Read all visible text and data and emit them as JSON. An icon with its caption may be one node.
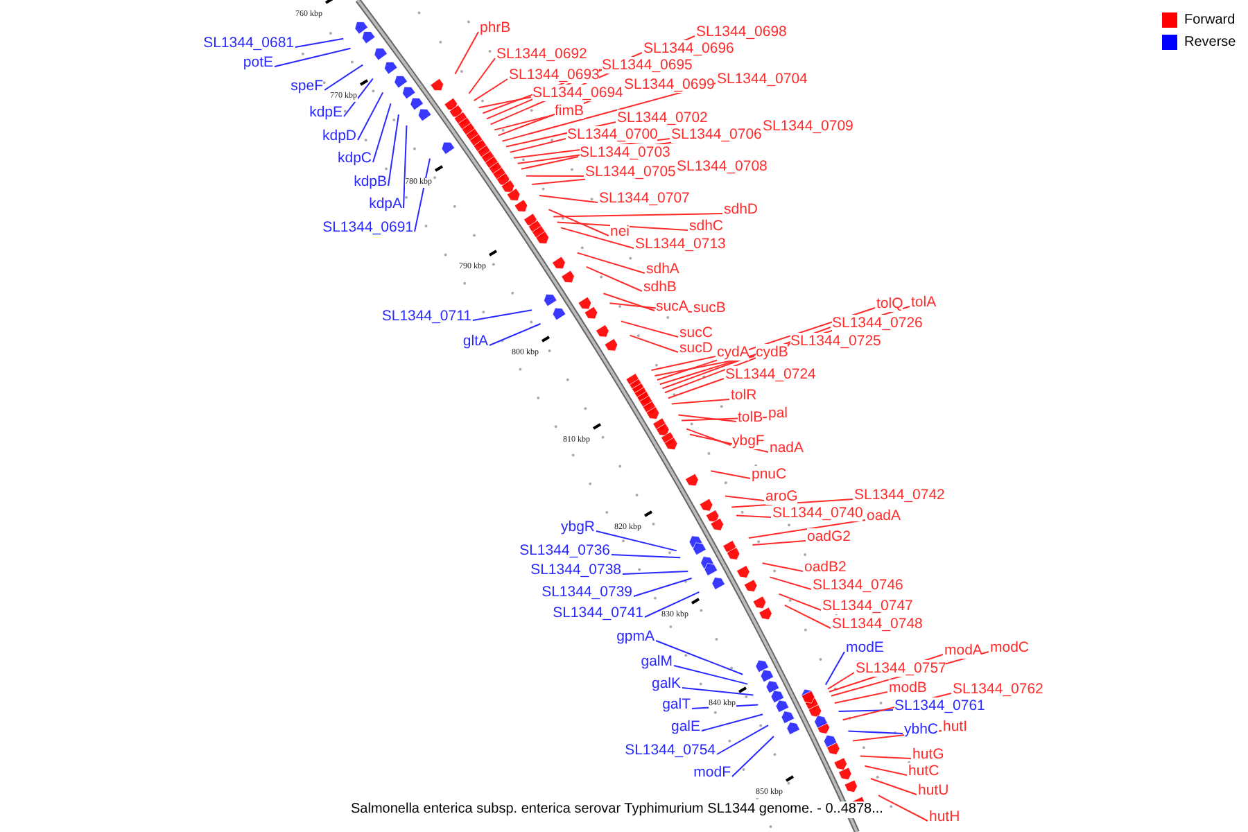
{
  "diagram": {
    "caption": "Salmonella enterica subsp. enterica serovar Typhimurium SL1344 genome. - 0..4878...",
    "nodes": [
      {
        "text": [
          "SL1344_0681"
        ]
      },
      {
        "text": [
          "potE"
        ]
      },
      {
        "text": [
          "speF"
        ]
      },
      {
        "text": [
          "kdpE"
        ]
      },
      {
        "text": [
          "kdpD"
        ]
      },
      {
        "text": [
          "kdpC"
        ]
      },
      {
        "text": [
          "kdpB"
        ]
      },
      {
        "text": [
          "kdpA"
        ]
      },
      {
        "text": [
          "SL1344_0691"
        ]
      },
      {
        "text": [
          "phrB"
        ]
      },
      {
        "text": [
          "SL1344_0692"
        ]
      },
      {
        "text": [
          "SL1344_0693"
        ]
      },
      {
        "text": [
          "SL1344_0694"
        ]
      },
      {
        "text": [
          "SL1344_0695"
        ]
      },
      {
        "text": [
          "SL1344_0696"
        ]
      },
      {
        "text": [
          "SL1344_0698"
        ]
      },
      {
        "text": [
          "fimB"
        ]
      },
      {
        "text": [
          "SL1344_0699"
        ]
      },
      {
        "text": [
          "SL1344_0704"
        ]
      },
      {
        "text": [
          "SL1344_0702"
        ]
      },
      {
        "text": [
          "SL1344_0700"
        ]
      },
      {
        "text": [
          "SL1344_0706"
        ]
      },
      {
        "text": [
          "SL1344_0709"
        ]
      },
      {
        "text": [
          "SL1344_0703"
        ]
      },
      {
        "text": [
          "SL1344_0705"
        ]
      },
      {
        "text": [
          "SL1344_0708"
        ]
      },
      {
        "text": [
          "SL1344_0707"
        ]
      },
      {
        "text": [
          "nei"
        ]
      },
      {
        "text": [
          "sdhD"
        ]
      },
      {
        "text": [
          "sdhC"
        ]
      },
      {
        "text": [
          "SL1344_0713"
        ]
      },
      {
        "text": [
          "SL1344_0711"
        ]
      },
      {
        "text": [
          "gltA"
        ]
      },
      {
        "text": [
          "sdhA"
        ]
      },
      {
        "text": [
          "sdhB"
        ]
      },
      {
        "text": [
          "sucA"
        ]
      },
      {
        "text": [
          "sucB"
        ]
      },
      {
        "text": [
          "sucC"
        ]
      },
      {
        "text": [
          "sucD"
        ]
      },
      {
        "text": [
          "cydA"
        ]
      },
      {
        "text": [
          "cydB"
        ]
      },
      {
        "text": [
          "tolQ"
        ]
      },
      {
        "text": [
          "tolA"
        ]
      },
      {
        "text": [
          "SL1344_0726"
        ]
      },
      {
        "text": [
          "SL1344_0725"
        ]
      },
      {
        "text": [
          "SL1344_0724"
        ]
      },
      {
        "text": [
          "tolR"
        ]
      },
      {
        "text": [
          "tolB"
        ]
      },
      {
        "text": [
          "pal"
        ]
      },
      {
        "text": [
          "ybgF"
        ]
      },
      {
        "text": [
          "nadA"
        ]
      },
      {
        "text": [
          "pnuC"
        ]
      },
      {
        "text": [
          "aroG"
        ]
      },
      {
        "text": [
          "SL1344_0742"
        ]
      },
      {
        "text": [
          "SL1344_0740"
        ]
      },
      {
        "text": [
          "oadA"
        ]
      },
      {
        "text": [
          "oadG2"
        ]
      },
      {
        "text": [
          "oadB2"
        ]
      },
      {
        "text": [
          "SL1344_0746"
        ]
      },
      {
        "text": [
          "SL1344_0747"
        ]
      },
      {
        "text": [
          "SL1344_0748"
        ]
      },
      {
        "text": [
          "ybgR"
        ]
      },
      {
        "text": [
          "SL1344_0736"
        ]
      },
      {
        "text": [
          "SL1344_0738"
        ]
      },
      {
        "text": [
          "SL1344_0739"
        ]
      },
      {
        "text": [
          "SL1344_0741"
        ]
      },
      {
        "text": [
          "gpmA"
        ]
      },
      {
        "text": [
          "galM"
        ]
      },
      {
        "text": [
          "galK"
        ]
      },
      {
        "text": [
          "galT"
        ]
      },
      {
        "text": [
          "galE"
        ]
      },
      {
        "text": [
          "SL1344_0754"
        ]
      },
      {
        "text": [
          "modF"
        ]
      },
      {
        "text": [
          "modE"
        ]
      },
      {
        "text": [
          "modA"
        ]
      },
      {
        "text": [
          "modC"
        ]
      },
      {
        "text": [
          "SL1344_0757"
        ]
      },
      {
        "text": [
          "modB"
        ]
      },
      {
        "text": [
          "SL1344_0762"
        ]
      },
      {
        "text": [
          "SL1344_0761"
        ]
      },
      {
        "text": [
          "hutI"
        ]
      },
      {
        "text": [
          "ybhC"
        ]
      },
      {
        "text": [
          "hutG"
        ]
      },
      {
        "text": [
          "hutC"
        ]
      },
      {
        "text": [
          "hutU"
        ]
      },
      {
        "text": [
          "hutH"
        ]
      }
    ],
    "edges": [
      {
        "from": 0,
        "to": null,
        "arrow": "none",
        "color": "#2828ff"
      },
      {
        "from": 1,
        "to": null,
        "arrow": "none",
        "color": "#2828ff"
      },
      {
        "from": 2,
        "to": null,
        "arrow": "none",
        "color": "#2828ff"
      },
      {
        "from": 3,
        "to": null,
        "arrow": "none",
        "color": "#2828ff"
      },
      {
        "from": 4,
        "to": null,
        "arrow": "none",
        "color": "#2828ff"
      },
      {
        "from": 5,
        "to": null,
        "arrow": "none",
        "color": "#2828ff"
      },
      {
        "from": 6,
        "to": null,
        "arrow": "none",
        "color": "#2828ff"
      },
      {
        "from": 7,
        "to": null,
        "arrow": "none",
        "color": "#2828ff"
      },
      {
        "from": 8,
        "to": null,
        "arrow": "none",
        "color": "#2828ff"
      },
      {
        "from": 9,
        "to": null,
        "arrow": "none"
      },
      {
        "from": 10,
        "to": null,
        "arrow": "none"
      },
      {
        "from": 11,
        "to": null,
        "arrow": "none"
      },
      {
        "from": 12,
        "to": null,
        "arrow": "none"
      },
      {
        "from": 13,
        "to": null,
        "arrow": "none"
      },
      {
        "from": 14,
        "to": null,
        "arrow": "none"
      },
      {
        "from": 15,
        "to": null,
        "arrow": "none"
      },
      {
        "from": 16,
        "to": null,
        "arrow": "none"
      },
      {
        "from": 17,
        "to": null,
        "arrow": "none"
      },
      {
        "from": 18,
        "to": null,
        "arrow": "none"
      },
      {
        "from": 19,
        "to": null,
        "arrow": "none"
      },
      {
        "from": 20,
        "to": null,
        "arrow": "none"
      },
      {
        "from": 21,
        "to": null,
        "arrow": "none"
      },
      {
        "from": 22,
        "to": null,
        "arrow": "none"
      },
      {
        "from": 23,
        "to": null,
        "arrow": "none"
      },
      {
        "from": 24,
        "to": null,
        "arrow": "none"
      },
      {
        "from": 25,
        "to": null,
        "arrow": "none"
      },
      {
        "from": 26,
        "to": null,
        "arrow": "none"
      },
      {
        "from": 27,
        "to": null,
        "arrow": "none"
      },
      {
        "from": 28,
        "to": null,
        "arrow": "none"
      },
      {
        "from": 29,
        "to": null,
        "arrow": "none"
      },
      {
        "from": 30,
        "to": null,
        "arrow": "none"
      },
      {
        "from": 31,
        "to": null,
        "arrow": "none",
        "color": "#2828ff"
      },
      {
        "from": 32,
        "to": null,
        "arrow": "none",
        "color": "#2828ff"
      },
      {
        "from": 33,
        "to": null,
        "arrow": "none"
      },
      {
        "from": 34,
        "to": null,
        "arrow": "none"
      },
      {
        "from": 35,
        "to": null,
        "arrow": "none"
      },
      {
        "from": 36,
        "to": null,
        "arrow": "none"
      },
      {
        "from": 37,
        "to": null,
        "arrow": "none"
      },
      {
        "from": 38,
        "to": null,
        "arrow": "none"
      },
      {
        "from": 39,
        "to": null,
        "arrow": "none"
      },
      {
        "from": 40,
        "to": null,
        "arrow": "none"
      },
      {
        "from": 41,
        "to": null,
        "arrow": "none"
      },
      {
        "from": 42,
        "to": null,
        "arrow": "none"
      },
      {
        "from": 43,
        "to": null,
        "arrow": "none"
      },
      {
        "from": 44,
        "to": null,
        "arrow": "none"
      },
      {
        "from": 45,
        "to": null,
        "arrow": "none"
      },
      {
        "from": 46,
        "to": null,
        "arrow": "none"
      },
      {
        "from": 47,
        "to": null,
        "arrow": "none"
      },
      {
        "from": 48,
        "to": null,
        "arrow": "none"
      },
      {
        "from": 49,
        "to": null,
        "arrow": "none"
      },
      {
        "from": 50,
        "to": null,
        "arrow": "none"
      },
      {
        "from": 51,
        "to": null,
        "arrow": "none"
      },
      {
        "from": 52,
        "to": null,
        "arrow": "none"
      },
      {
        "from": 53,
        "to": null,
        "arrow": "none"
      },
      {
        "from": 54,
        "to": null,
        "arrow": "none"
      },
      {
        "from": 55,
        "to": null,
        "arrow": "none"
      },
      {
        "from": 56,
        "to": null,
        "arrow": "none"
      },
      {
        "from": 57,
        "to": null,
        "arrow": "none"
      },
      {
        "from": 58,
        "to": null,
        "arrow": "none"
      },
      {
        "from": 59,
        "to": null,
        "arrow": "none"
      },
      {
        "from": 60,
        "to": null,
        "arrow": "none"
      },
      {
        "from": 61,
        "to": null,
        "arrow": "none",
        "color": "#2828ff"
      },
      {
        "from": 62,
        "to": null,
        "arrow": "none",
        "color": "#2828ff"
      },
      {
        "from": 63,
        "to": null,
        "arrow": "none",
        "color": "#2828ff"
      },
      {
        "from": 64,
        "to": null,
        "arrow": "none",
        "color": "#2828ff"
      },
      {
        "from": 65,
        "to": null,
        "arrow": "none",
        "color": "#2828ff"
      },
      {
        "from": 66,
        "to": null,
        "arrow": "none",
        "color": "#2828ff"
      },
      {
        "from": 67,
        "to": null,
        "arrow": "none",
        "color": "#2828ff"
      },
      {
        "from": 68,
        "to": null,
        "arrow": "none",
        "color": "#2828ff"
      },
      {
        "from": 69,
        "to": null,
        "arrow": "none",
        "color": "#2828ff"
      },
      {
        "from": 70,
        "to": null,
        "arrow": "none",
        "color": "#2828ff"
      },
      {
        "from": 71,
        "to": null,
        "arrow": "none",
        "color": "#2828ff"
      },
      {
        "from": 72,
        "to": null,
        "arrow": "none",
        "color": "#2828ff"
      },
      {
        "from": 73,
        "to": null,
        "arrow": "none",
        "color": "#2828ff"
      },
      {
        "from": 74,
        "to": null,
        "arrow": "none"
      },
      {
        "from": 75,
        "to": null,
        "arrow": "none"
      },
      {
        "from": 76,
        "to": null,
        "arrow": "none"
      },
      {
        "from": 77,
        "to": null,
        "arrow": "none"
      },
      {
        "from": 78,
        "to": null,
        "arrow": "none"
      },
      {
        "from": 79,
        "to": null,
        "arrow": "none",
        "color": "#2828ff"
      },
      {
        "from": 80,
        "to": null,
        "arrow": "none"
      },
      {
        "from": 81,
        "to": null,
        "arrow": "none",
        "color": "#2828ff"
      },
      {
        "from": 82,
        "to": null,
        "arrow": "none"
      },
      {
        "from": 83,
        "to": null,
        "arrow": "none"
      },
      {
        "from": 84,
        "to": null,
        "arrow": "none"
      },
      {
        "from": 85,
        "to": null,
        "arrow": "none"
      }
    ],
    "labels": [
      "760 kbp",
      "770 kbp",
      "780 kbp",
      "790 kbp",
      "800 kbp",
      "810 kbp",
      "820 kbp",
      "830 kbp",
      "840 kbp",
      "850 kbp"
    ],
    "legend": [
      {
        "text": "Forward",
        "color": "#ff0000"
      },
      {
        "text": "Reverse",
        "color": "#0000ff"
      }
    ]
  }
}
